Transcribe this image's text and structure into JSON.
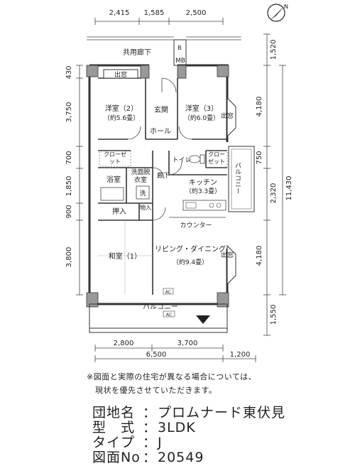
{
  "dims": {
    "top": [
      "2,415",
      "1,585",
      "2,500"
    ],
    "bottom_inner": [
      "2,800",
      "3,700"
    ],
    "bottom_outer": [
      "6,500",
      "1,200"
    ],
    "left": [
      "430",
      "3,750",
      "700",
      "1,850",
      "900",
      "3,800"
    ],
    "right_inner": [
      "1,520",
      "4,180",
      "750",
      "2,320",
      "4,180",
      "1,550"
    ],
    "right_total": "11,430"
  },
  "rooms": {
    "corridor": "共用廊下",
    "ps": "B",
    "mb": "MB",
    "window_top": "出窓",
    "western2": "洋室（2）",
    "western2_size": "（約5.6畳）",
    "entrance": "玄関",
    "western3": "洋室（3）",
    "western3_size": "（約6.0畳）",
    "window_r1": "出窓",
    "hall": "ホール",
    "closet1": "クローゼット",
    "closet2": "クローゼット",
    "toilet": "トイレ",
    "balcony_side": "バルコニー",
    "bath": "浴室",
    "washroom": "洗面脱衣室",
    "wash": "洗",
    "hallway": "廊下",
    "kitchen": "キッチン",
    "kitchen_size": "（約3.3畳）",
    "oshiire": "押入",
    "storage": "物入",
    "counter": "カウンター",
    "japanese": "和室（1）",
    "living": "リビング・ダイニング",
    "living_size": "（約9.4畳）",
    "window_r2": "出窓",
    "balcony": "バルコニー",
    "ac1": "AC",
    "ac2": "AC"
  },
  "note": [
    "※図面と実際の住宅が異なる場合については、",
    "現状を優先させていただきます。"
  ],
  "info": [
    {
      "key": "団地名",
      "value": "プロムナード東伏見"
    },
    {
      "key": "型　式",
      "value": "3LDK"
    },
    {
      "key": "タイプ",
      "value": "J"
    },
    {
      "key": "図面No",
      "value": "20549"
    }
  ],
  "compass_label": "N"
}
